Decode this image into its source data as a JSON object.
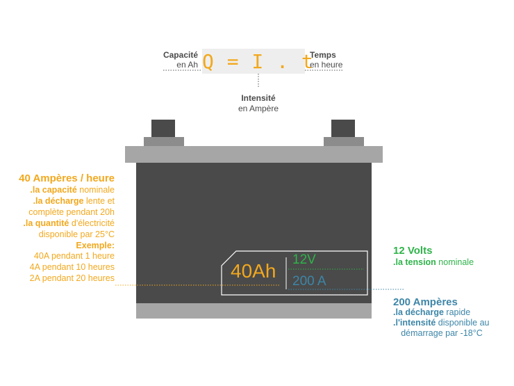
{
  "formula": {
    "expression": "Q = I . t",
    "capacity_label": "Capacité",
    "capacity_unit": "en Ah",
    "time_label": "Temps",
    "time_unit": "en heure",
    "intensity_label": "Intensité",
    "intensity_unit": "en Ampère"
  },
  "battery_label": {
    "capacity": "40Ah",
    "voltage": "12V",
    "current": "200 A"
  },
  "left_note": {
    "title": "40 Ampères / heure",
    "line1_bold": ".la capacité",
    "line1_rest": " nominale",
    "line2_bold": ".la décharge",
    "line2_rest": " lente et",
    "line3": "complète pendant 20h",
    "line4_bold": ".la quantité",
    "line4_rest": " d'électricité",
    "line5": "disponible par 25°C",
    "example_label": "Exemple:",
    "example1": "40A pendant 1 heure",
    "example2": "4A pendant 10 heures",
    "example3": "2A pendant 20 heures"
  },
  "right_note_voltage": {
    "title": "12 Volts",
    "line1_bold": ".la tension",
    "line1_rest": " nominale"
  },
  "right_note_current": {
    "title": "200 Ampères",
    "line1_bold": ".la décharge",
    "line1_rest": " rapide",
    "line2_bold": ".l'intensité",
    "line2_rest": " disponible au",
    "line3": "démarrage par -18°C"
  },
  "colors": {
    "orange": "#f2a81d",
    "green": "#2fb34a",
    "blue": "#3d86a8",
    "battery_body": "#4a4a4a",
    "battery_lid": "#a6a6a6"
  }
}
